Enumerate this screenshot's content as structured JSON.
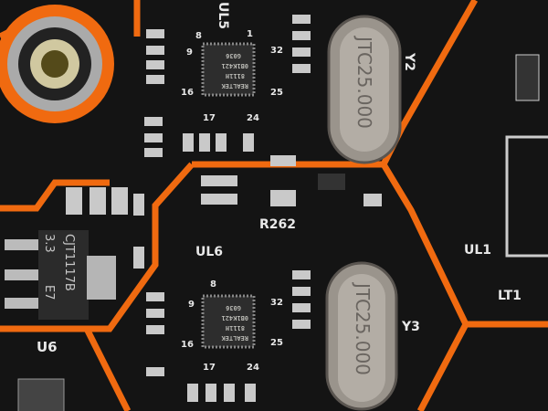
{
  "colors": {
    "board": "#141414",
    "trace": "#f06a10",
    "pad": "#c9c9c9",
    "chip": "#2d2d2d"
  },
  "labels": {
    "ul5": "UL5",
    "ul6": "UL6",
    "ul1": "UL1",
    "lt1": "LT1",
    "u6": "U6",
    "y2": "Y2",
    "y3": "Y3",
    "r262": "R262",
    "pin1": "1",
    "pin8": "8",
    "pin9": "9",
    "pin16": "16",
    "pin17": "17",
    "pin24": "24",
    "pin25": "25",
    "pin32": "32"
  },
  "chip": {
    "line1": "REALTEK",
    "line2": "8111H",
    "line3": "0B1K421",
    "line4": "G036"
  },
  "crystal": {
    "marking": "JTC25.000"
  },
  "regulator": {
    "line1": "CJT1117B",
    "line2": "3.3",
    "line3": "E7"
  }
}
